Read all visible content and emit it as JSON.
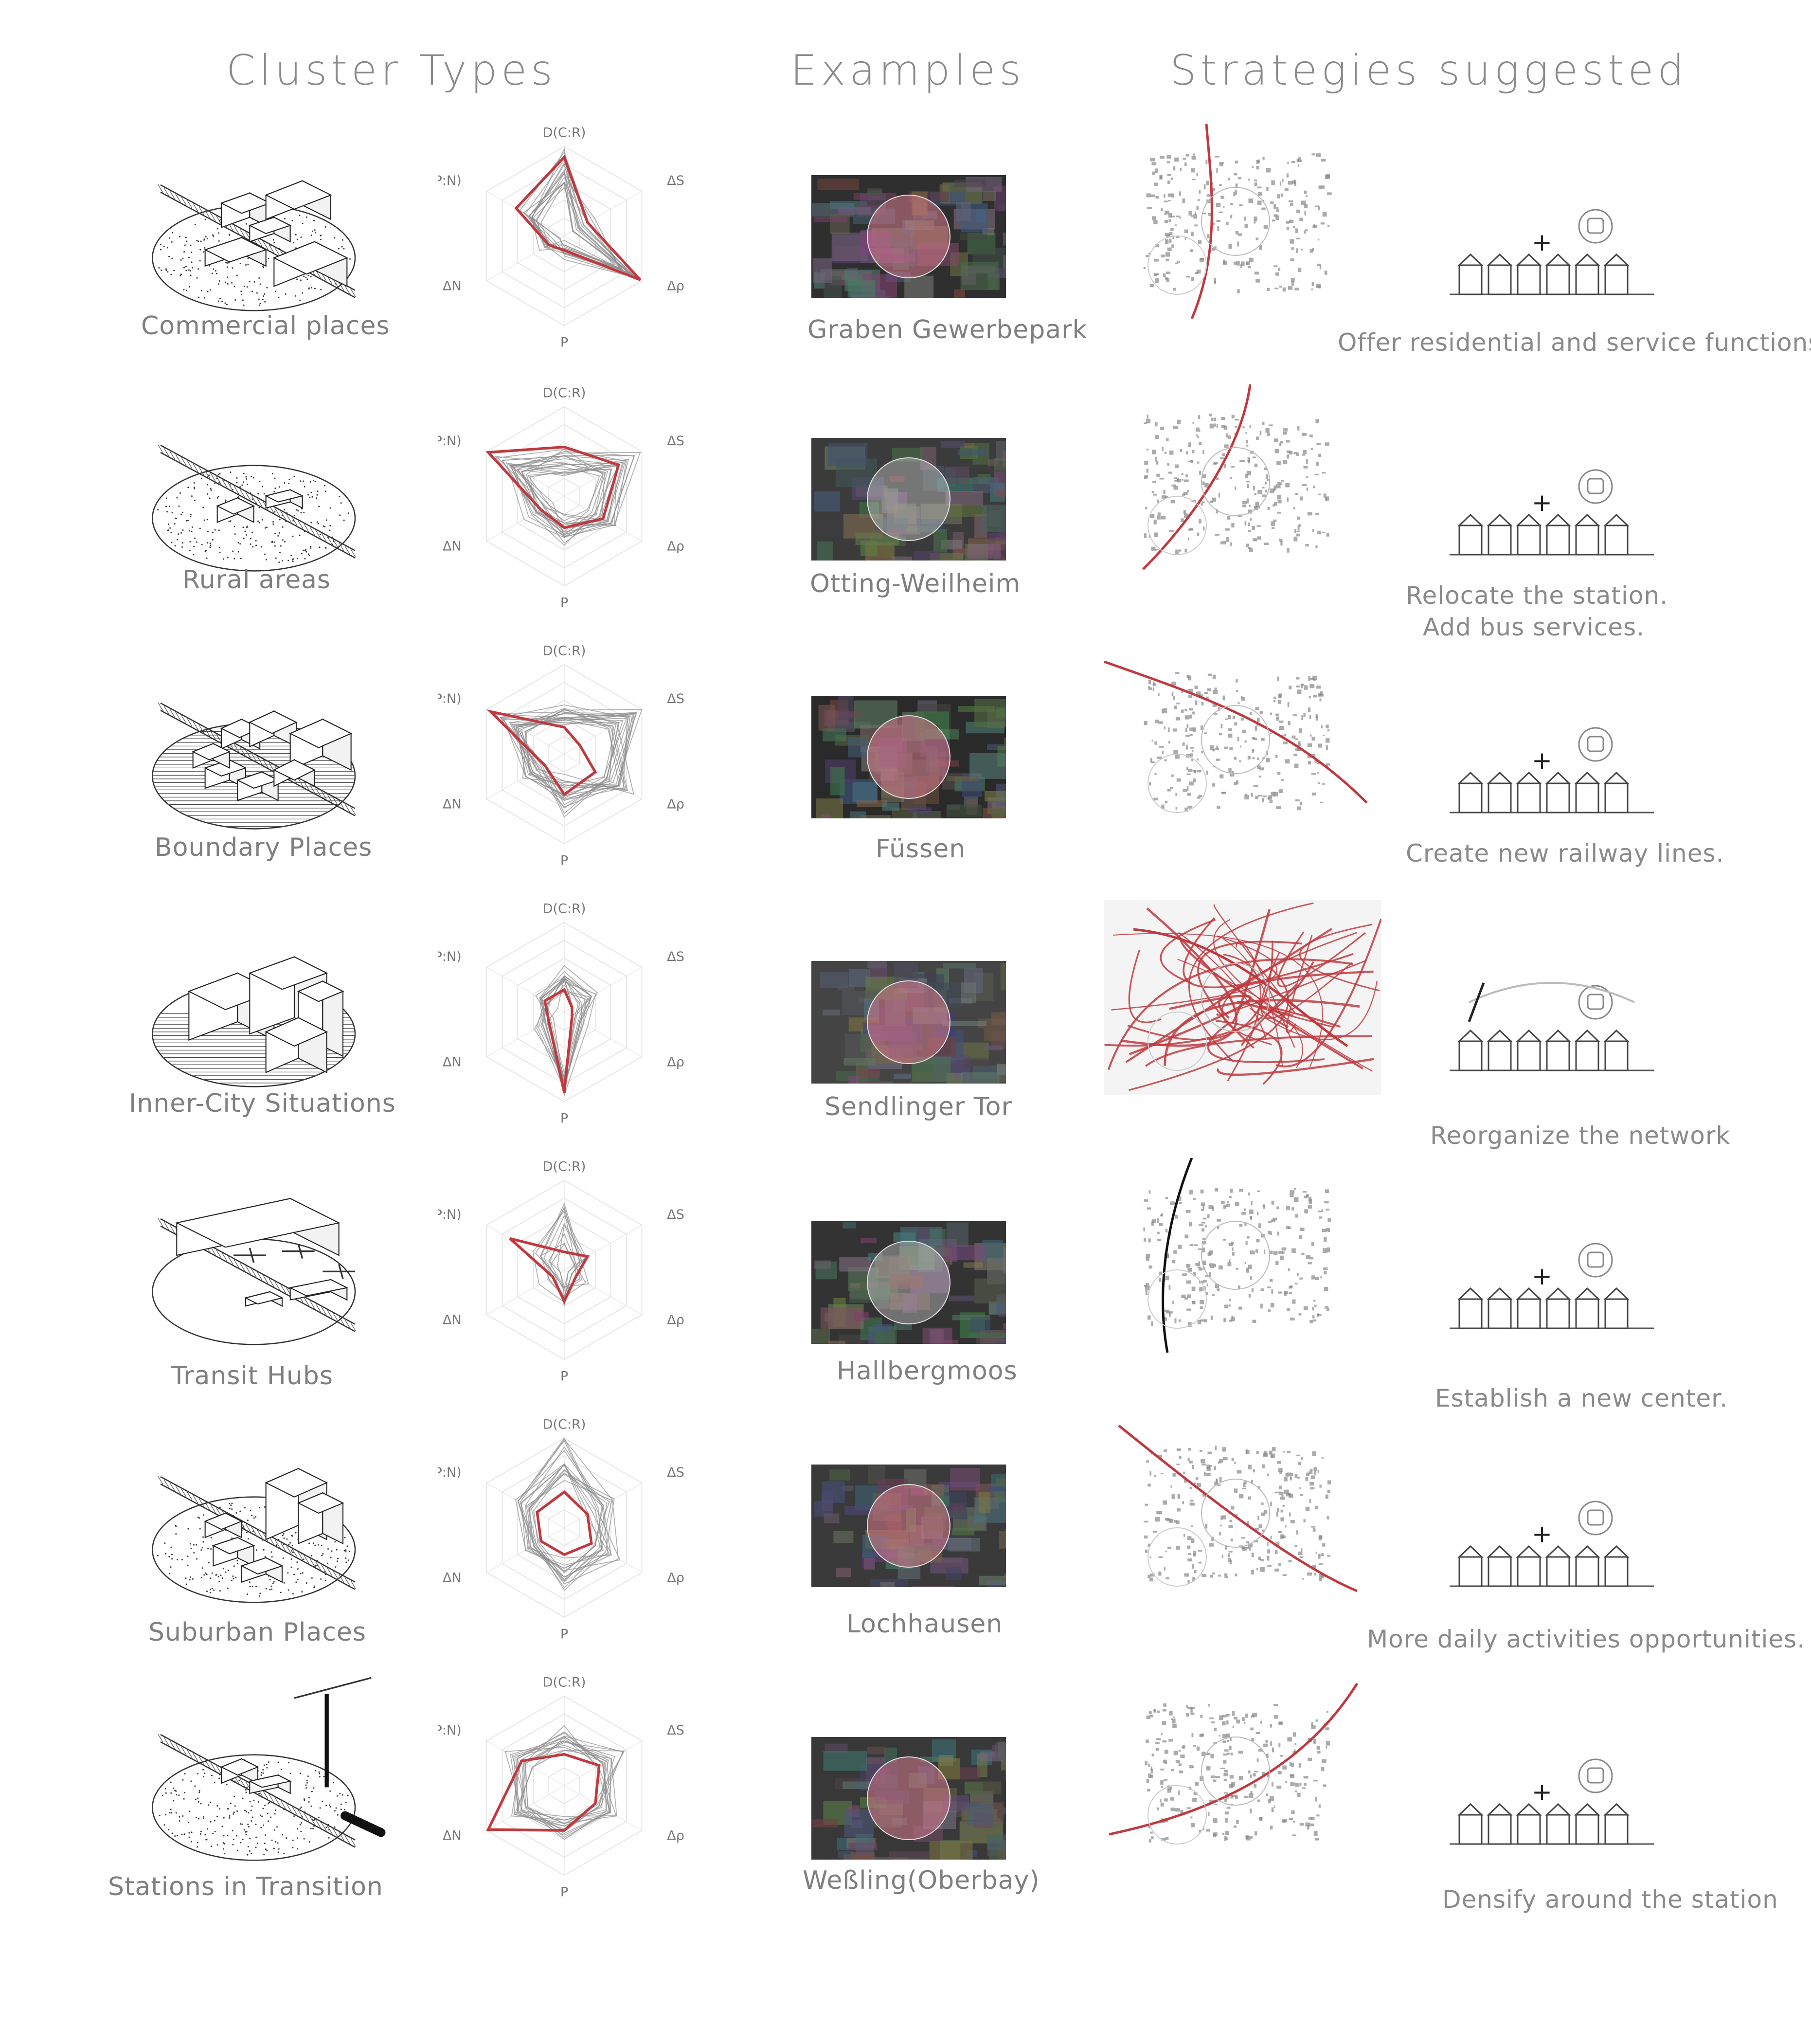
{
  "headers": {
    "cluster_types": "Cluster Types",
    "examples": "Examples",
    "strategies": "Strategies suggested"
  },
  "radar_axes": [
    "D(C:R)",
    "ΔS",
    "Δρ",
    "P",
    "ΔN",
    "B(P:N)"
  ],
  "colors": {
    "accent": "#c0393f",
    "grey": "#9a9a9a",
    "text": "#7f7f7f"
  },
  "rows": [
    {
      "cluster": "Commercial places",
      "example": "Graben Gewerbepark",
      "strategy": [
        "Offer residential and service functions."
      ],
      "highlight": [
        0.88,
        0.3,
        0.98,
        0.16,
        0.2,
        0.62
      ],
      "grey_profiles": [
        [
          0.85,
          0.25,
          0.9,
          0.2,
          0.15,
          0.5
        ],
        [
          0.7,
          0.2,
          0.85,
          0.15,
          0.25,
          0.45
        ],
        [
          0.6,
          0.3,
          0.75,
          0.1,
          0.2,
          0.3
        ]
      ]
    },
    {
      "cluster": "Rural areas",
      "example": "Otting-Weilheim",
      "strategy": [
        "Relocate the station.",
        "Add bus services."
      ],
      "highlight": [
        0.55,
        0.7,
        0.5,
        0.35,
        0.3,
        0.98
      ],
      "grey_profiles": [
        [
          0.45,
          0.5,
          0.4,
          0.3,
          0.35,
          0.8
        ],
        [
          0.5,
          0.9,
          0.6,
          0.4,
          0.25,
          0.6
        ],
        [
          0.3,
          0.6,
          0.45,
          0.45,
          0.4,
          0.7
        ],
        [
          0.35,
          0.75,
          0.55,
          0.3,
          0.3,
          0.55
        ]
      ]
    },
    {
      "cluster": "Boundary Places",
      "example": "Füssen",
      "strategy": [
        "Create new railway lines."
      ],
      "highlight": [
        0.3,
        0.2,
        0.4,
        0.45,
        0.25,
        0.95
      ],
      "grey_profiles": [
        [
          0.45,
          0.85,
          0.7,
          0.5,
          0.4,
          0.7
        ],
        [
          0.5,
          0.6,
          0.8,
          0.3,
          0.45,
          0.5
        ],
        [
          0.35,
          0.7,
          0.55,
          0.6,
          0.35,
          0.8
        ],
        [
          0.4,
          0.9,
          0.6,
          0.45,
          0.5,
          0.6
        ]
      ]
    },
    {
      "cluster": "Inner-City Situations",
      "example": "Sendlinger Tor",
      "strategy": [
        "Reorganize the network"
      ],
      "highlight": [
        0.25,
        0.1,
        0.1,
        0.9,
        0.2,
        0.25
      ],
      "grey_profiles": [
        [
          0.35,
          0.3,
          0.2,
          0.85,
          0.25,
          0.3
        ],
        [
          0.3,
          0.2,
          0.15,
          0.75,
          0.3,
          0.2
        ],
        [
          0.4,
          0.35,
          0.25,
          0.8,
          0.2,
          0.25
        ]
      ]
    },
    {
      "cluster": "Transit Hubs",
      "example": "Hallbergmoos",
      "strategy": [
        "Establish a new center."
      ],
      "highlight": [
        0.2,
        0.3,
        0.15,
        0.35,
        0.15,
        0.7
      ],
      "grey_profiles": [
        [
          0.7,
          0.2,
          0.1,
          0.3,
          0.2,
          0.3
        ],
        [
          0.4,
          0.15,
          0.2,
          0.2,
          0.1,
          0.2
        ]
      ]
    },
    {
      "cluster": "Suburban Places",
      "example": "Lochhausen",
      "strategy": [
        "More daily activities opportunities."
      ],
      "highlight": [
        0.4,
        0.3,
        0.35,
        0.3,
        0.3,
        0.35
      ],
      "grey_profiles": [
        [
          0.9,
          0.5,
          0.6,
          0.55,
          0.45,
          0.5
        ],
        [
          0.7,
          0.4,
          0.5,
          0.45,
          0.5,
          0.55
        ],
        [
          0.6,
          0.55,
          0.45,
          0.6,
          0.4,
          0.45
        ]
      ]
    },
    {
      "cluster": "Stations in Transition",
      "example": "Weßling(Oberbay)",
      "strategy": [
        "Densify around the station"
      ],
      "highlight": [
        0.35,
        0.45,
        0.4,
        0.5,
        0.98,
        0.55
      ],
      "grey_profiles": [
        [
          0.6,
          0.5,
          0.55,
          0.6,
          0.5,
          0.6
        ],
        [
          0.5,
          0.65,
          0.45,
          0.5,
          0.55,
          0.5
        ],
        [
          0.45,
          0.55,
          0.6,
          0.45,
          0.6,
          0.65
        ]
      ]
    }
  ]
}
